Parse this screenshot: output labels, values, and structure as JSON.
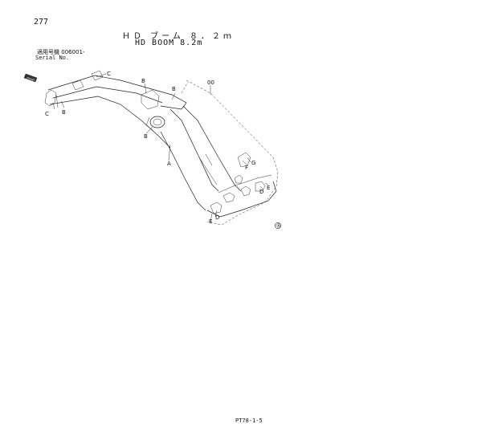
{
  "page_number": "277",
  "title_jp": "ＨＤ ブーム ８．２ｍ",
  "title_en": "HD BOOM 8.2m",
  "serial_label_jp": "適用号機",
  "serial_value": "006001-",
  "serial_label_en": "Serial No.",
  "callouts": {
    "assembly": "00",
    "a": "A",
    "b": "B",
    "c": "C",
    "d": "D",
    "e": "E",
    "f": "F",
    "g": "G"
  },
  "direction_mark": "FRONT",
  "catalog_mark": "®",
  "footer": "PT78-1-5"
}
